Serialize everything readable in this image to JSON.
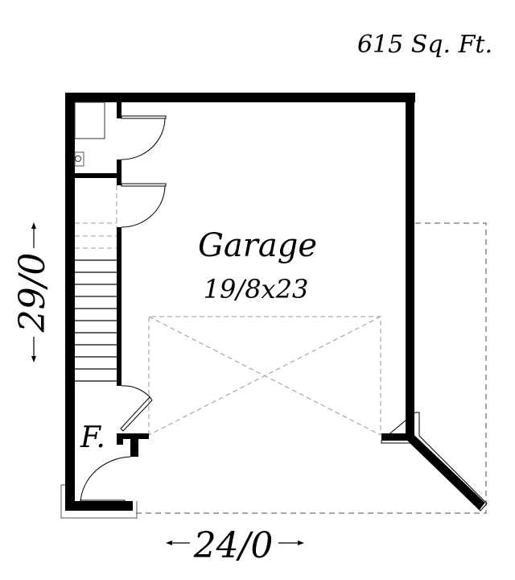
{
  "area_label": "615 Sq. Ft.",
  "room": {
    "name": "Garage",
    "dimensions": "19/8x23"
  },
  "foyer_label": "F.",
  "dimensions": {
    "depth": "29/0",
    "width": "24/0"
  },
  "colors": {
    "wall": "#000000",
    "dashed": "#888888",
    "background": "#ffffff"
  }
}
